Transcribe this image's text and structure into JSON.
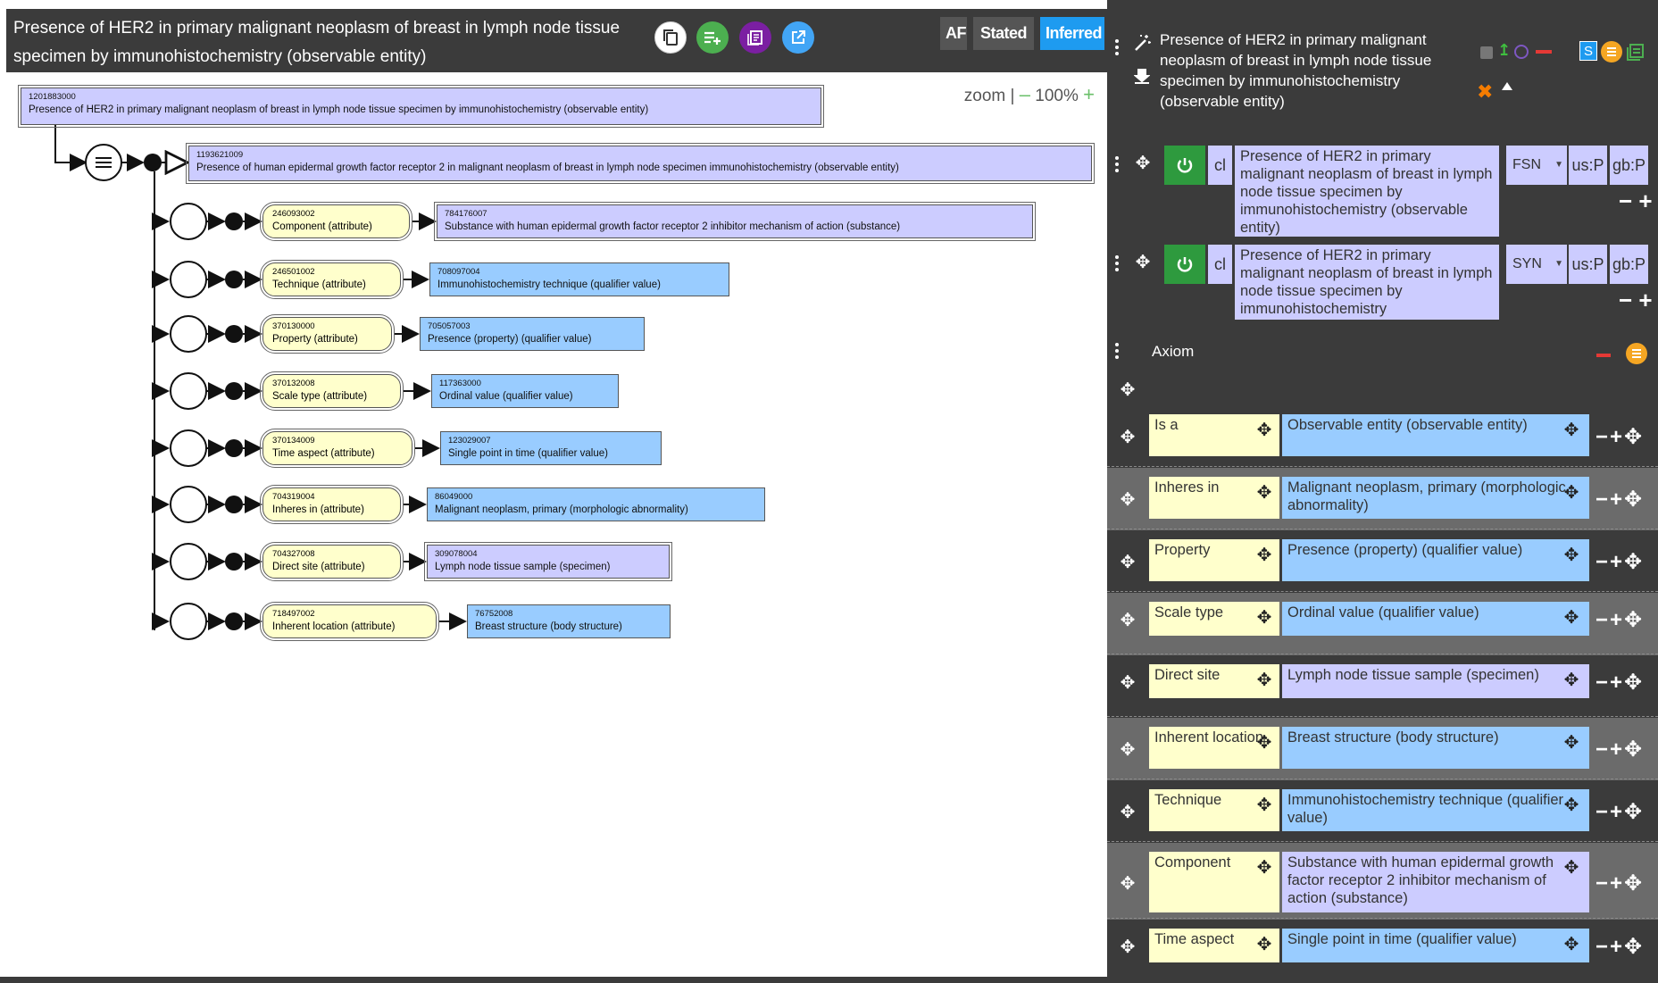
{
  "left_header": {
    "title": "Presence of HER2 in primary malignant neoplasm of breast in lymph node tissue specimen by immunohistochemistry (observable entity)",
    "buttons": [
      {
        "name": "copy-icon",
        "color": "#ffffff",
        "fg": "#333333"
      },
      {
        "name": "add-to-list-icon",
        "color": "#4caf50",
        "fg": "#ffffff"
      },
      {
        "name": "list-icon",
        "color": "#7b1fa2",
        "fg": "#ffffff"
      },
      {
        "name": "open-new-icon",
        "color": "#42a5f5",
        "fg": "#ffffff"
      }
    ],
    "tabs": {
      "af": "AF",
      "stated": "Stated",
      "inferred": "Inferred"
    },
    "colors": {
      "header_bg": "#3b3b3b",
      "tab_inactive": "#555555",
      "tab_active": "#1e9bf0"
    }
  },
  "zoom": {
    "label": "zoom |",
    "minus": "–",
    "value": "100%",
    "plus": "+"
  },
  "diagram": {
    "focus": {
      "id": "1201883000",
      "label": "Presence of HER2 in primary malignant neoplasm of breast in lymph node tissue specimen by immunohistochemistry (observable entity)"
    },
    "parent": {
      "id": "1193621009",
      "label": "Presence of human epidermal growth factor receptor 2 in malignant neoplasm of breast in lymph node specimen immunohistochemistry (observable entity)"
    },
    "relationships": [
      {
        "attr_id": "246093002",
        "attr": "Component (attribute)",
        "val_id": "784176007",
        "val": "Substance with human epidermal growth factor receptor 2 inhibitor mechanism of action (substance)",
        "def": true
      },
      {
        "attr_id": "246501002",
        "attr": "Technique (attribute)",
        "val_id": "708097004",
        "val": "Immunohistochemistry technique (qualifier value)",
        "def": false
      },
      {
        "attr_id": "370130000",
        "attr": "Property (attribute)",
        "val_id": "705057003",
        "val": "Presence (property) (qualifier value)",
        "def": false
      },
      {
        "attr_id": "370132008",
        "attr": "Scale type (attribute)",
        "val_id": "117363000",
        "val": "Ordinal value (qualifier value)",
        "def": false
      },
      {
        "attr_id": "370134009",
        "attr": "Time aspect (attribute)",
        "val_id": "123029007",
        "val": "Single point in time (qualifier value)",
        "def": false
      },
      {
        "attr_id": "704319004",
        "attr": "Inheres in (attribute)",
        "val_id": "86049000",
        "val": "Malignant neoplasm, primary (morphologic abnormality)",
        "def": false
      },
      {
        "attr_id": "704327008",
        "attr": "Direct site (attribute)",
        "val_id": "309078004",
        "val": "Lymph node tissue sample (specimen)",
        "def": true
      },
      {
        "attr_id": "718497002",
        "attr": "Inherent location (attribute)",
        "val_id": "76752008",
        "val": "Breast structure (body structure)",
        "def": false
      }
    ]
  },
  "right_panel": {
    "title": "Presence of HER2 in primary malignant neoplasm of breast in lymph node tissue specimen by immunohistochemistry (observable entity)",
    "toolbar_icons": [
      "save-icon",
      "promote-icon",
      "history-icon",
      "remove-icon",
      "s-icon",
      "menu-icon",
      "list-icon",
      "close-icon",
      "collapse-icon"
    ],
    "s_label": "S",
    "descriptions": [
      {
        "cl": "cl",
        "term": "Presence of HER2 in primary malignant neoplasm of breast in lymph node tissue specimen by immunohistochemistry (observable entity)",
        "type": "FSN",
        "us": "us:P",
        "gb": "gb:P"
      },
      {
        "cl": "cl",
        "term": "Presence of HER2 in primary malignant neoplasm of breast in lymph node tissue specimen by immunohistochemistry",
        "type": "SYN",
        "us": "us:P",
        "gb": "gb:P"
      }
    ],
    "axiom": {
      "label": "Axiom",
      "rows": [
        {
          "attr": "Is a",
          "val": "Observable entity (observable entity)",
          "def": false
        },
        {
          "attr": "Inheres in",
          "val": "Malignant neoplasm, primary (morphologic abnormality)",
          "def": false
        },
        {
          "attr": "Property",
          "val": "Presence (property) (qualifier value)",
          "def": false
        },
        {
          "attr": "Scale type",
          "val": "Ordinal value (qualifier value)",
          "def": false
        },
        {
          "attr": "Direct site",
          "val": "Lymph node tissue sample (specimen)",
          "def": true
        },
        {
          "attr": "Inherent location",
          "val": "Breast structure (body structure)",
          "def": false
        },
        {
          "attr": "Technique",
          "val": "Immunohistochemistry technique (qualifier value)",
          "def": false
        },
        {
          "attr": "Component",
          "val": "Substance with human epidermal growth factor receptor 2 inhibitor mechanism of action (substance)",
          "def": true
        },
        {
          "attr": "Time aspect",
          "val": "Single point in time (qualifier value)",
          "def": false
        }
      ]
    }
  }
}
